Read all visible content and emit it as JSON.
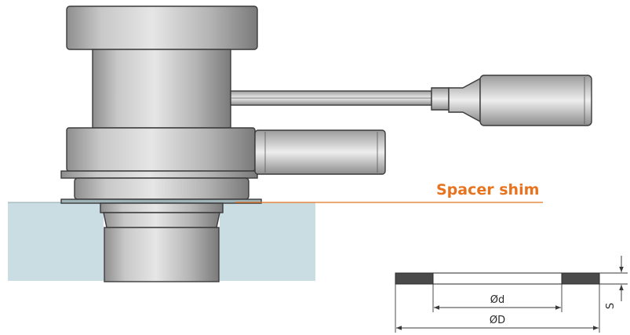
{
  "labels": {
    "spacer_shim": "Spacer shim",
    "inner_diameter": "Ød",
    "outer_diameter": "ØD",
    "thickness": "S"
  },
  "colors": {
    "accent": "#e8731f",
    "substrate": "#c9dde3",
    "steel_light": "#d9d9d9",
    "steel_mid": "#a8a8a8",
    "steel_dark": "#6e6e6e",
    "outline": "#3a3a3a",
    "shim_fill": "#4a4a4a"
  },
  "icons": {
    "machine": "coring-tool-illustration",
    "shim": "spacer-shim-cross-section"
  }
}
